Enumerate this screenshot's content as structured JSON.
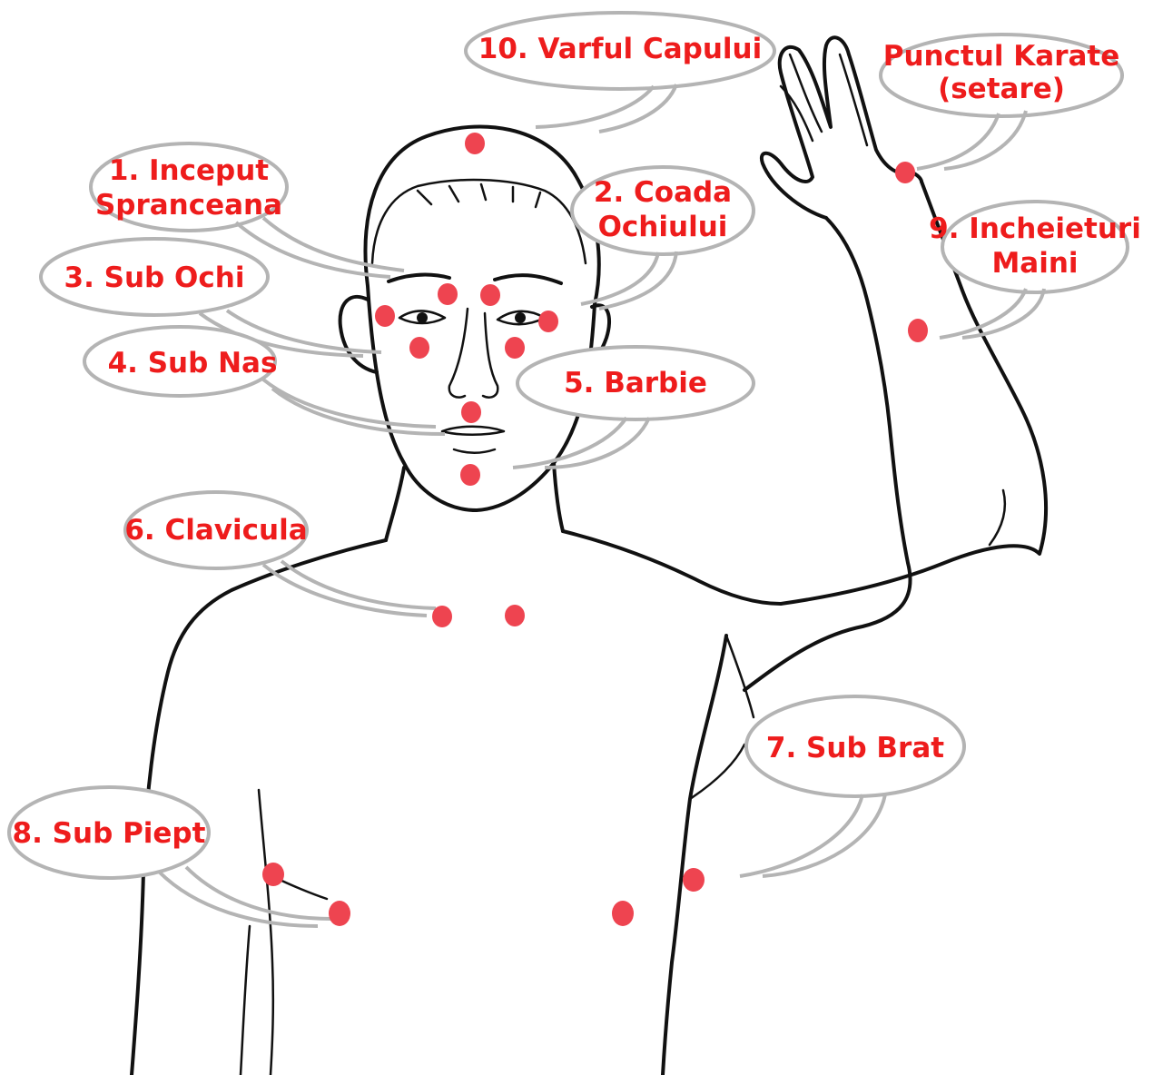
{
  "colors": {
    "label_text": "#ee1c1c",
    "tapping_point": "#ee4450",
    "bubble_outline": "#b4b4b4",
    "body_line": "#111111"
  },
  "labels": {
    "top_of_head": "10. Varful Capului",
    "karate_chop_line1": "Punctul Karate",
    "karate_chop_line2": "(setare)",
    "eyebrow_line1": "1. Inceput",
    "eyebrow_line2": "Spranceana",
    "side_of_eye_line1": "2. Coada",
    "side_of_eye_line2": "Ochiului",
    "under_eye": "3. Sub Ochi",
    "under_nose": "4. Sub Nas",
    "chin": "5. Barbie",
    "collarbone": "6. Clavicula",
    "under_arm": "7. Sub Brat",
    "under_breast": "8. Sub Piept",
    "wrist_line1": "9. Incheieturi",
    "wrist_line2": "Maini"
  }
}
